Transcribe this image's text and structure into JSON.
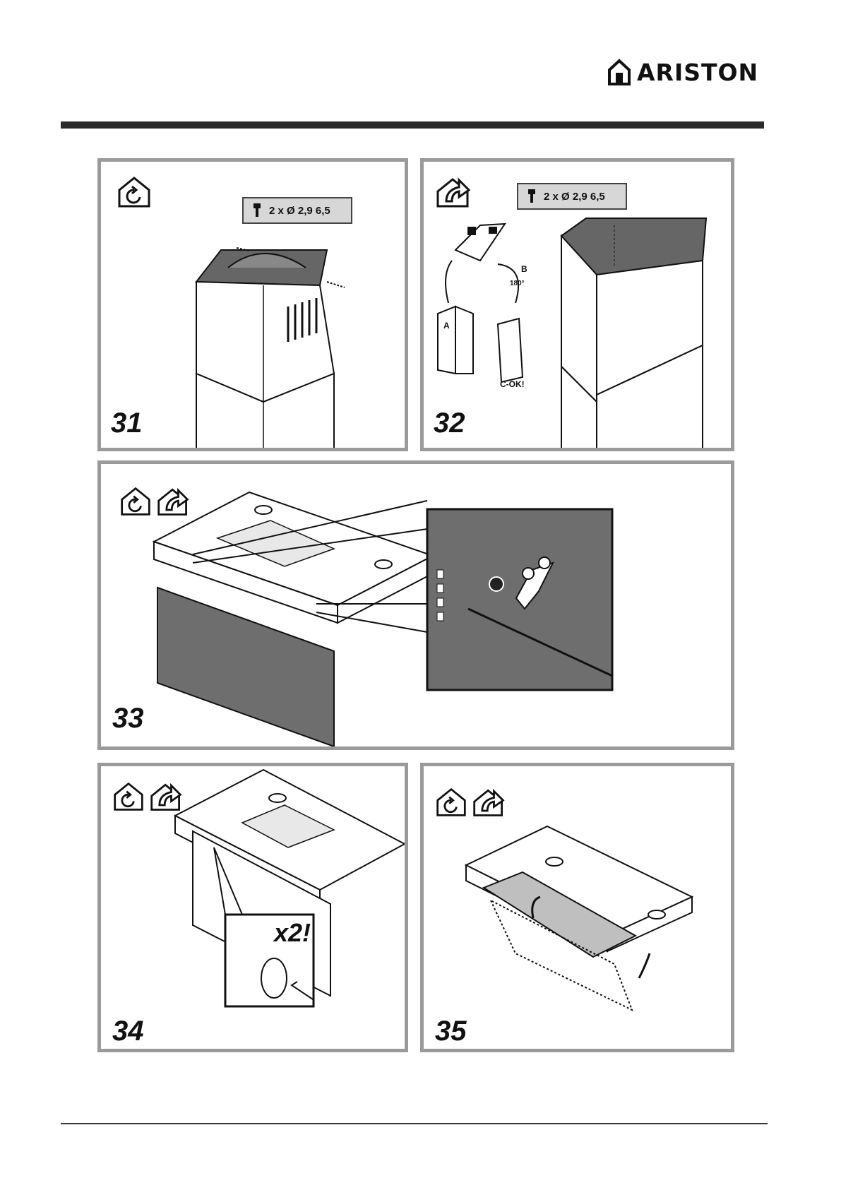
{
  "brand": {
    "name": "ARISTON"
  },
  "screw_spec": "2 x  Ø 2,9 6,5",
  "panels": [
    {
      "step": "31",
      "modes": [
        "recirculation-icon"
      ]
    },
    {
      "step": "32",
      "modes": [
        "extraction-icon"
      ],
      "labels": {
        "a": "A",
        "b": "B",
        "angle": "180°",
        "ok": "C-OK!"
      }
    },
    {
      "step": "33",
      "modes": [
        "recirculation-icon",
        "extraction-icon"
      ]
    },
    {
      "step": "34",
      "modes": [
        "recirculation-icon",
        "extraction-icon"
      ],
      "repeat": "x2!"
    },
    {
      "step": "35",
      "modes": [
        "recirculation-icon",
        "extraction-icon"
      ]
    }
  ]
}
